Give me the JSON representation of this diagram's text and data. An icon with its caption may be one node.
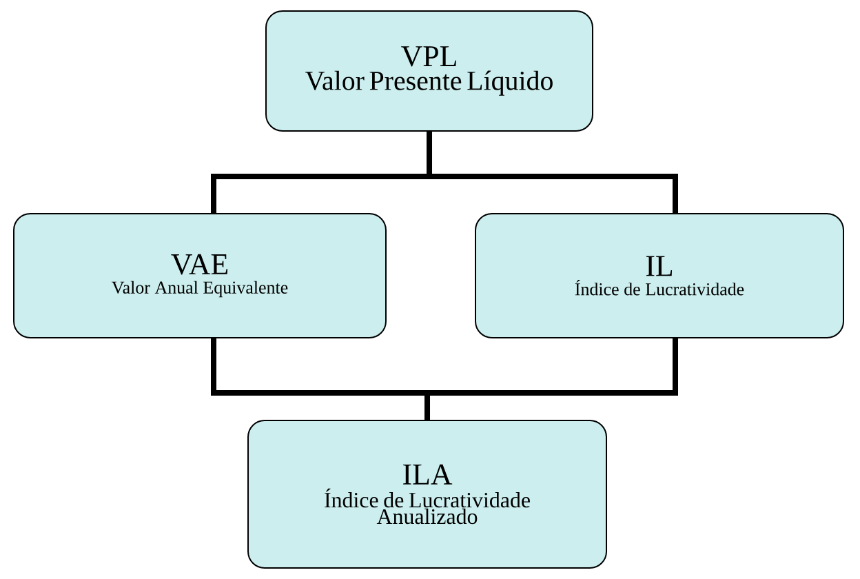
{
  "diagram": {
    "nodes": [
      {
        "text": [
          "VPL",
          "Valor Presente Líquido"
        ]
      },
      {
        "text": [
          "VAE",
          "Valor Anual Equivalente"
        ]
      },
      {
        "text": [
          "IL",
          "Índice de Lucratividade"
        ]
      },
      {
        "text": [
          "ILA",
          "Índice de Lucratividade Anualizado"
        ]
      }
    ],
    "edges": [
      {
        "from": 0,
        "to": 1,
        "arrow": "none"
      },
      {
        "from": 0,
        "to": 2,
        "arrow": "none"
      },
      {
        "from": 1,
        "to": 3,
        "arrow": "none"
      },
      {
        "from": 2,
        "to": 3,
        "arrow": "none"
      }
    ]
  }
}
